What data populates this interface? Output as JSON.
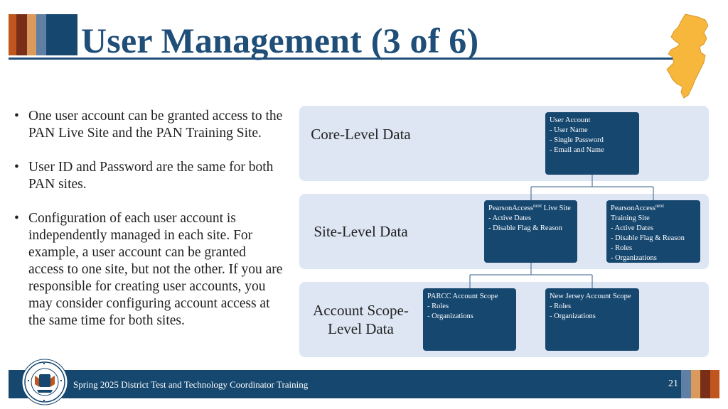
{
  "slide": {
    "title": "User Management (3 of 6)",
    "bullets": [
      "One user account can be granted access to the PAN Live Site and the PAN Training Site.",
      "User ID and Password are the same for both PAN sites.",
      "Configuration of each user account is independently managed in each site. For example, a user account can be granted access to one site, but not the other. If you are responsible for creating user accounts, you may consider configuring account access at the same time for both sites."
    ]
  },
  "diagram": {
    "levels": {
      "core": "Core-Level Data",
      "site": "Site-Level Data",
      "account_scope": "Account Scope-Level Data"
    },
    "boxes": {
      "user_account": {
        "title": "User Account",
        "items": [
          "- User Name",
          "- Single Password",
          "- Email and Name"
        ]
      },
      "live_site": {
        "brand": "PearsonAccess",
        "brand_sup": "next",
        "suffix": " Live Site",
        "items": [
          "- Active Dates",
          "- Disable Flag & Reason"
        ]
      },
      "training_site": {
        "brand": "PearsonAccess",
        "brand_sup": "next",
        "suffix": "Training Site",
        "items": [
          "- Active Dates",
          "- Disable Flag & Reason",
          "- Roles",
          "- Organizations"
        ]
      },
      "parcc_scope": {
        "title": "PARCC Account Scope",
        "items": [
          "- Roles",
          "- Organizations"
        ]
      },
      "nj_scope": {
        "title": "New Jersey Account Scope",
        "items": [
          "- Roles",
          "- Organizations"
        ]
      }
    }
  },
  "footer": {
    "text": "Spring 2025 District Test and Technology Coordinator Training",
    "page_number": "21"
  },
  "colors": {
    "title": "#1f4e79",
    "box": "#16476f",
    "panel": "#dde6f2",
    "map": "#f6b73c"
  },
  "icons": {
    "state_map": "new-jersey-map-icon",
    "seal": "department-of-education-seal-icon"
  }
}
